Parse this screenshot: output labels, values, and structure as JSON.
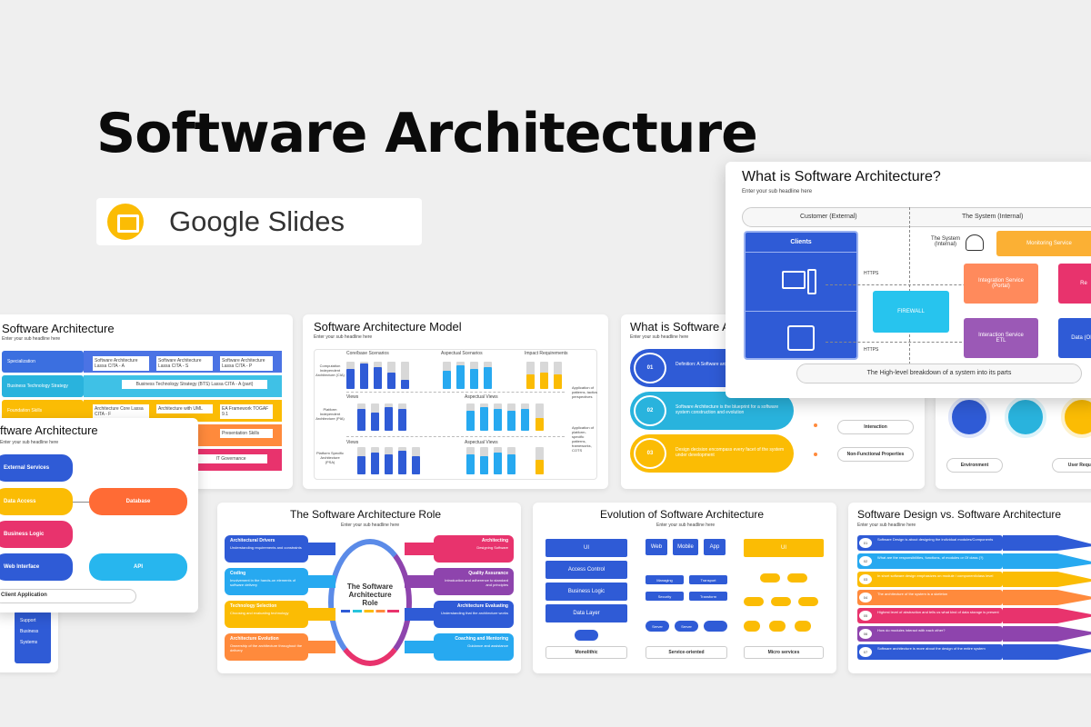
{
  "page_title": "Software Architecture",
  "badge": {
    "label": "Google Slides"
  },
  "slide_main": {
    "title": "What is Software Architecture?",
    "subtitle": "Enter your sub headline here",
    "customer_header": "Customer (External)",
    "system_header": "The System (Internal)",
    "clients": "Clients",
    "system_internal": "The System (Internal)",
    "monitoring": "Monitoring Service",
    "https1": "HTTPS",
    "https2": "HTTPS",
    "firewall": "FIREWALL",
    "integration": "Integration Service (Portal)",
    "interaction": "Interaction Service ETL",
    "re": "Re",
    "data": "Data (OLT",
    "footer": "The High-level breakdown of a system into its parts"
  },
  "slide_left": {
    "title": "Software Architecture",
    "subtitle": "Enter your sub headline here",
    "rows": [
      "Specialization",
      "Business Technology Strategy",
      "Foundation Skills"
    ],
    "cells": [
      "Software Architecture Lassa CITA - A",
      "Software Architecture Lassa CITA - S",
      "Software Architecture Lassa CITA - P",
      "Business Technology Strategy (BTS) Lassa CITA - A (part)",
      "Architecture Core Lassa CITA - F",
      "Architecture with UML",
      "EA Framework TOGAF 9.1",
      "Presentation Skills",
      "IT Governance"
    ]
  },
  "slide_left2": {
    "title": "ftware Architecture",
    "subtitle": "Enter your sub headline here",
    "items": [
      "External Services",
      "Data Access",
      "Business Logic",
      "Web Interface",
      "Client Application"
    ],
    "database": "Database",
    "api": "API",
    "side": [
      "Support",
      "Business",
      "Systems"
    ]
  },
  "slide_model": {
    "title": "Software Architecture Model",
    "subtitle": "Enter your sub headline here",
    "cols": [
      "Core/base Scenarios",
      "Aspectual Scenarios",
      "Impact Requirements"
    ],
    "rows": [
      "Computation Independent Architecture (CIA)",
      "Platform Independent Architecture (PIA)",
      "Platform Specific Architecture (PSA)"
    ],
    "views": [
      "Views",
      "Aspectual Views",
      "Views",
      "Aspectual Views"
    ],
    "side": [
      "Application of patterns, tactics perspectives",
      "Application of platform-specific patterns, frameworks, COTS"
    ]
  },
  "slide_what2": {
    "title": "What is Software A",
    "subtitle": "Enter your sub headline here",
    "items": [
      {
        "num": "01",
        "text": "Definition: A Software arc the set of principal design"
      },
      {
        "num": "02",
        "text": "Software Architecture is the blueprint for a software system construction and evolution"
      },
      {
        "num": "03",
        "text": "Design decision encompass every facet of the system under development"
      }
    ],
    "tags": [
      "Interaction",
      "Non-Functional Properties"
    ]
  },
  "slide_env": {
    "labels": [
      "Environment",
      "User Requi"
    ]
  },
  "slide_role": {
    "title": "The Software Architecture Role",
    "subtitle": "Enter your sub headline here",
    "center": "The Software Architecture Role",
    "left": [
      {
        "t": "Architectural Drivers",
        "d": "Understanding requirements and constraints"
      },
      {
        "t": "Coding",
        "d": "Involvement in the hands-on elements of software delivery"
      },
      {
        "t": "Technology Selection",
        "d": "Choosing and evaluating technology"
      },
      {
        "t": "Architecture Evolution",
        "d": "Ownership of the architecture throughout the delivery"
      }
    ],
    "right": [
      {
        "t": "Architecting",
        "d": "Designing Software"
      },
      {
        "t": "Quality Assurance",
        "d": "Introduction and adherence to standard and principles"
      },
      {
        "t": "Architecture Evaluating",
        "d": "Understanding that the architecture works"
      },
      {
        "t": "Coaching and Mentoring",
        "d": "Guidance and assistance"
      }
    ]
  },
  "slide_evo": {
    "title": "Evolution of Software Architecture",
    "subtitle": "Enter your sub headline here",
    "mono": [
      "UI",
      "Access Control",
      "Business Logic",
      "Data Layer"
    ],
    "soa_top": [
      "Web",
      "Mobile",
      "App"
    ],
    "soa_mid": [
      "Managing",
      "Transport",
      "Security",
      "Transform"
    ],
    "soa_bot": [
      "Server",
      "Server"
    ],
    "micro_top": "UI",
    "labels": [
      "Monolithic",
      "Service-oriented",
      "Micro services"
    ]
  },
  "slide_design": {
    "title": "Software Design vs. Software Architecture",
    "subtitle": "Enter your sub headline here",
    "rows": [
      {
        "n": "01",
        "t": "Software Design is about designing the individual modules/Components"
      },
      {
        "n": "02",
        "t": "What are the responsibilities, functions, of modules or Of class (?)"
      },
      {
        "n": "03",
        "t": "In short software design emphasizes on module / component/class level"
      },
      {
        "n": "04",
        "t": "The architecture of the system is a skeleton"
      },
      {
        "n": "05",
        "t": "Highest level of abstraction and tells us what kind of data storage is present"
      },
      {
        "n": "06",
        "t": "How do modules interact with each other?"
      },
      {
        "n": "07",
        "t": "Software architecture is more about the design of the entire system"
      }
    ]
  },
  "colors": {
    "blue": "#2f5bd6",
    "yellow": "#fbbc04",
    "orange": "#ff8a3c",
    "pink": "#e8336d",
    "purple": "#8e44ad",
    "teal": "#27c4dc"
  }
}
